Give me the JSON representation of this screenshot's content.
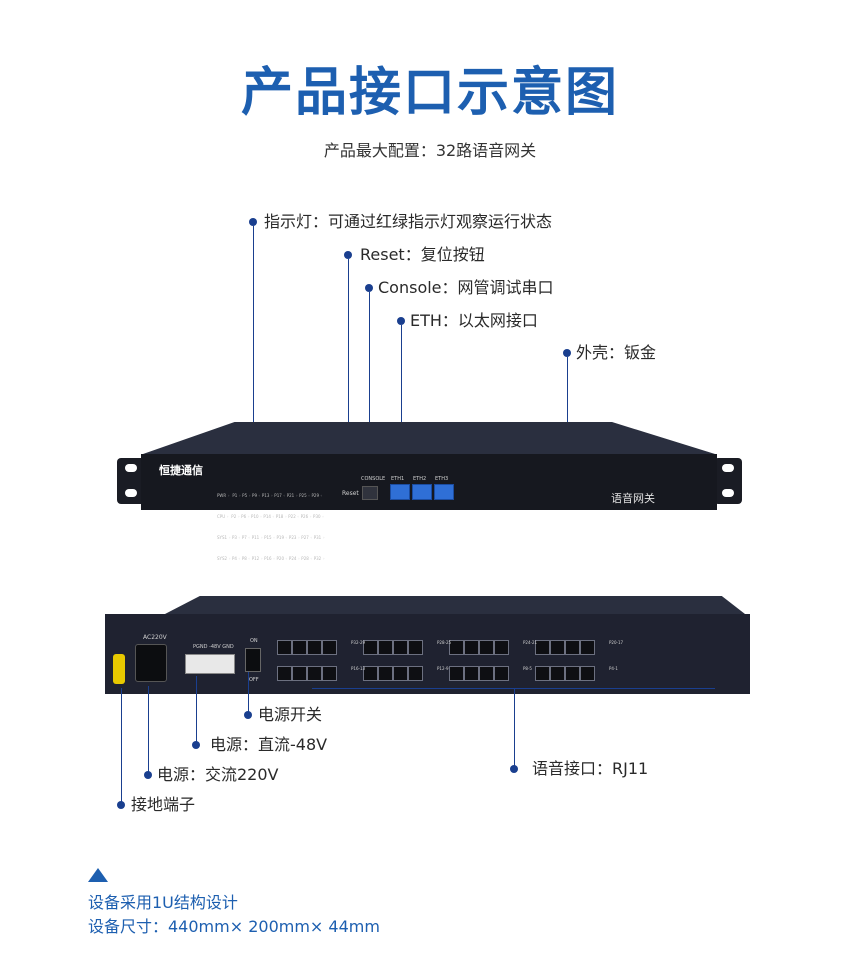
{
  "title": "产品接口示意图",
  "subtitle": "产品最大配置：32路语音网关",
  "front_callouts": {
    "indicator": "指示灯：可通过红绿指示灯观察运行状态",
    "reset": "Reset：复位按钮",
    "console": "Console：网管调试串口",
    "eth": "ETH：以太网接口",
    "shell": "外壳：钣金"
  },
  "front_panel": {
    "brand": "恒捷通信",
    "reset_label": "Reset",
    "console_label": "CONSOLE",
    "eth_labels": [
      "ETH1",
      "ETH2",
      "ETH3"
    ],
    "product_name": "语音网关",
    "led_rows": [
      "PWR ◦  P1 ◦ P5 ◦ P9 ◦ P13 ◦ P17 ◦ P21 ◦ P25 ◦ P29 ◦",
      "CPU ◦  P2 ◦ P6 ◦ P10 ◦ P14 ◦ P18 ◦ P22 ◦ P26 ◦ P30 ◦",
      "SYS1 ◦ P3 ◦ P7 ◦ P11 ◦ P15 ◦ P19 ◦ P23 ◦ P27 ◦ P31 ◦",
      "SYS2 ◦ P4 ◦ P8 ◦ P12 ◦ P16 ◦ P20 ◦ P24 ◦ P28 ◦ P32 ◦"
    ]
  },
  "back_panel": {
    "ac_label": "AC220V",
    "dc_label": "PGND -48V GND",
    "switch_on": "ON",
    "switch_off": "OFF",
    "port_group_labels_top": [
      "P32-29",
      "P28-25",
      "P24-21",
      "P20-17"
    ],
    "port_group_labels_bottom": [
      "P16-13",
      "P12-9",
      "P8-5",
      "P4-1"
    ]
  },
  "back_callouts": {
    "power_switch": "电源开关",
    "dc_power": "电源：直流-48V",
    "ac_power": "电源：交流220V",
    "ground": "接地端子",
    "voice_port": "语音接口：RJ11"
  },
  "footer": {
    "line1": "设备采用1U结构设计",
    "line2": "设备尺寸：440mm× 200mm× 44mm"
  },
  "colors": {
    "accent": "#1d5fb0",
    "callout_line": "#1a3f8f",
    "chassis": "#16181f",
    "eth_port": "#2f6fd6"
  }
}
